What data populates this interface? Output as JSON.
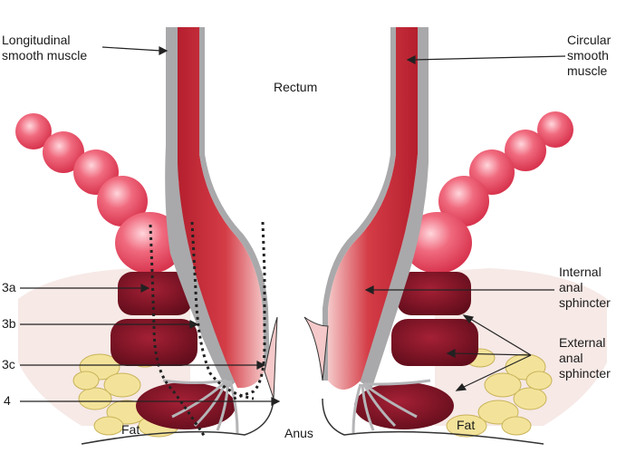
{
  "labels": {
    "longitudinal": "Longitudinal\nsmooth muscle",
    "circular": "Circular\nsmooth\nmuscle",
    "rectum": "Rectum",
    "internal_sphincter": "Internal\nanal\nsphincter",
    "external_sphincter": "External\nanal\nsphincter",
    "anus": "Anus",
    "fat_left": "Fat",
    "fat_right": "Fat",
    "level_3a": "3a",
    "level_3b": "3b",
    "level_3c": "3c",
    "level_4": "4"
  },
  "colors": {
    "muscle_red": "#c8323c",
    "muscle_light": "#f2b8ba",
    "smooth_grey": "#a9a9ab",
    "sphincter_dark": "#7a1020",
    "puborectalis_pink": "#e8566a",
    "fat_yellow": "#f3e39a",
    "skin_pink": "#f5e6e2"
  }
}
